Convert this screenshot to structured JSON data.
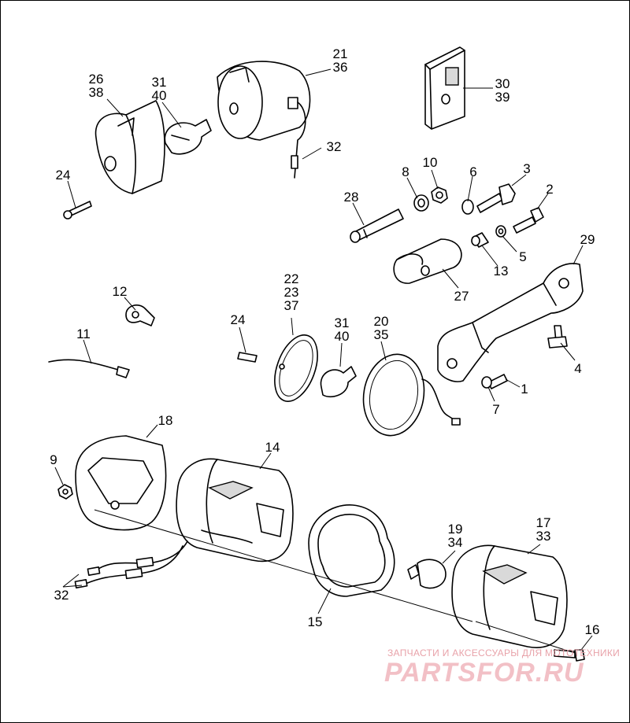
{
  "labels": {
    "l1": "1",
    "l2": "2",
    "l3": "3",
    "l4": "4",
    "l5": "5",
    "l6": "6",
    "l7": "7",
    "l8": "8",
    "l9": "9",
    "l10": "10",
    "l11": "11",
    "l12": "12",
    "l13": "13",
    "l14": "14",
    "l15": "15",
    "l16": "16",
    "l17_33": "17\n33",
    "l18": "18",
    "l19_34": "19\n34",
    "l20_35": "20\n35",
    "l21_36": "21\n36",
    "l22_23_37": "22\n23\n37",
    "l24a": "24",
    "l24b": "24",
    "l26_38": "26\n38",
    "l27": "27",
    "l28": "28",
    "l29": "29",
    "l30_39": "30\n39",
    "l31_40a": "31\n40",
    "l31_40b": "31\n40",
    "l32a": "32",
    "l32b": "32"
  },
  "watermark": {
    "caption": "ЗАПЧАСТИ И АКСЕССУАРЫ ДЛЯ МОТОТЕХНИКИ",
    "logo": "PARTSFOR.RU"
  }
}
